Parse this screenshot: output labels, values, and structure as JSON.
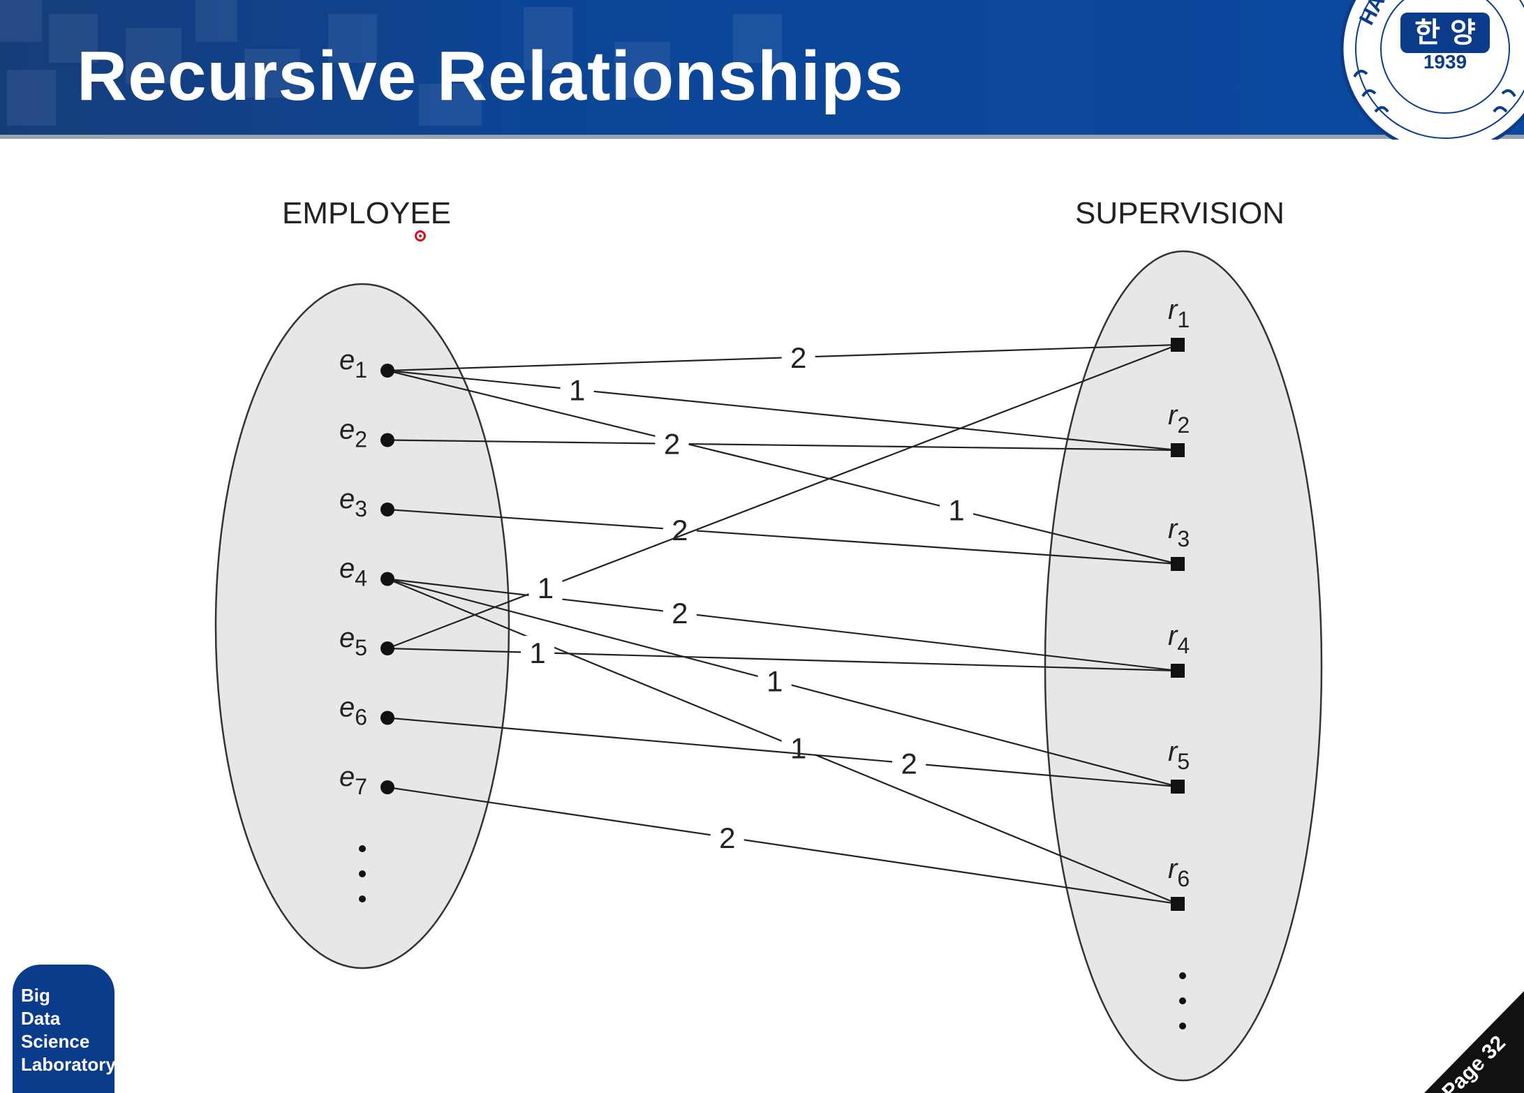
{
  "slide": {
    "title": "Recursive Relationships",
    "page_label": "Page 32"
  },
  "seal": {
    "korean": "한 양",
    "year": "1939",
    "arc_text": "HAN"
  },
  "logo": {
    "lines": [
      "Big",
      "Data",
      "Science",
      "Laboratory"
    ]
  },
  "diagram": {
    "left_set_label": "EMPLOYEE",
    "right_set_label": "SUPERVISION",
    "employees": [
      {
        "base": "e",
        "sub": "1"
      },
      {
        "base": "e",
        "sub": "2"
      },
      {
        "base": "e",
        "sub": "3"
      },
      {
        "base": "e",
        "sub": "4"
      },
      {
        "base": "e",
        "sub": "5"
      },
      {
        "base": "e",
        "sub": "6"
      },
      {
        "base": "e",
        "sub": "7"
      }
    ],
    "relationships": [
      {
        "base": "r",
        "sub": "1"
      },
      {
        "base": "r",
        "sub": "2"
      },
      {
        "base": "r",
        "sub": "3"
      },
      {
        "base": "r",
        "sub": "4"
      },
      {
        "base": "r",
        "sub": "5"
      },
      {
        "base": "r",
        "sub": "6"
      }
    ],
    "links": [
      {
        "employee": 1,
        "relationship": 1,
        "role": "2"
      },
      {
        "employee": 1,
        "relationship": 2,
        "role": "1"
      },
      {
        "employee": 1,
        "relationship": 3,
        "role": "1"
      },
      {
        "employee": 2,
        "relationship": 2,
        "role": "2"
      },
      {
        "employee": 3,
        "relationship": 3,
        "role": "2"
      },
      {
        "employee": 4,
        "relationship": 4,
        "role": "2"
      },
      {
        "employee": 4,
        "relationship": 5,
        "role": "1"
      },
      {
        "employee": 4,
        "relationship": 6,
        "role": "1"
      },
      {
        "employee": 5,
        "relationship": 1,
        "role": "1"
      },
      {
        "employee": 5,
        "relationship": 4,
        "role": "1"
      },
      {
        "employee": 6,
        "relationship": 5,
        "role": "2"
      },
      {
        "employee": 7,
        "relationship": 6,
        "role": "2"
      }
    ]
  },
  "colors": {
    "header_blue": "#0a4aa0",
    "set_fill": "#e6e7e8",
    "ink": "#222222",
    "cursor_red": "#d0141a"
  }
}
